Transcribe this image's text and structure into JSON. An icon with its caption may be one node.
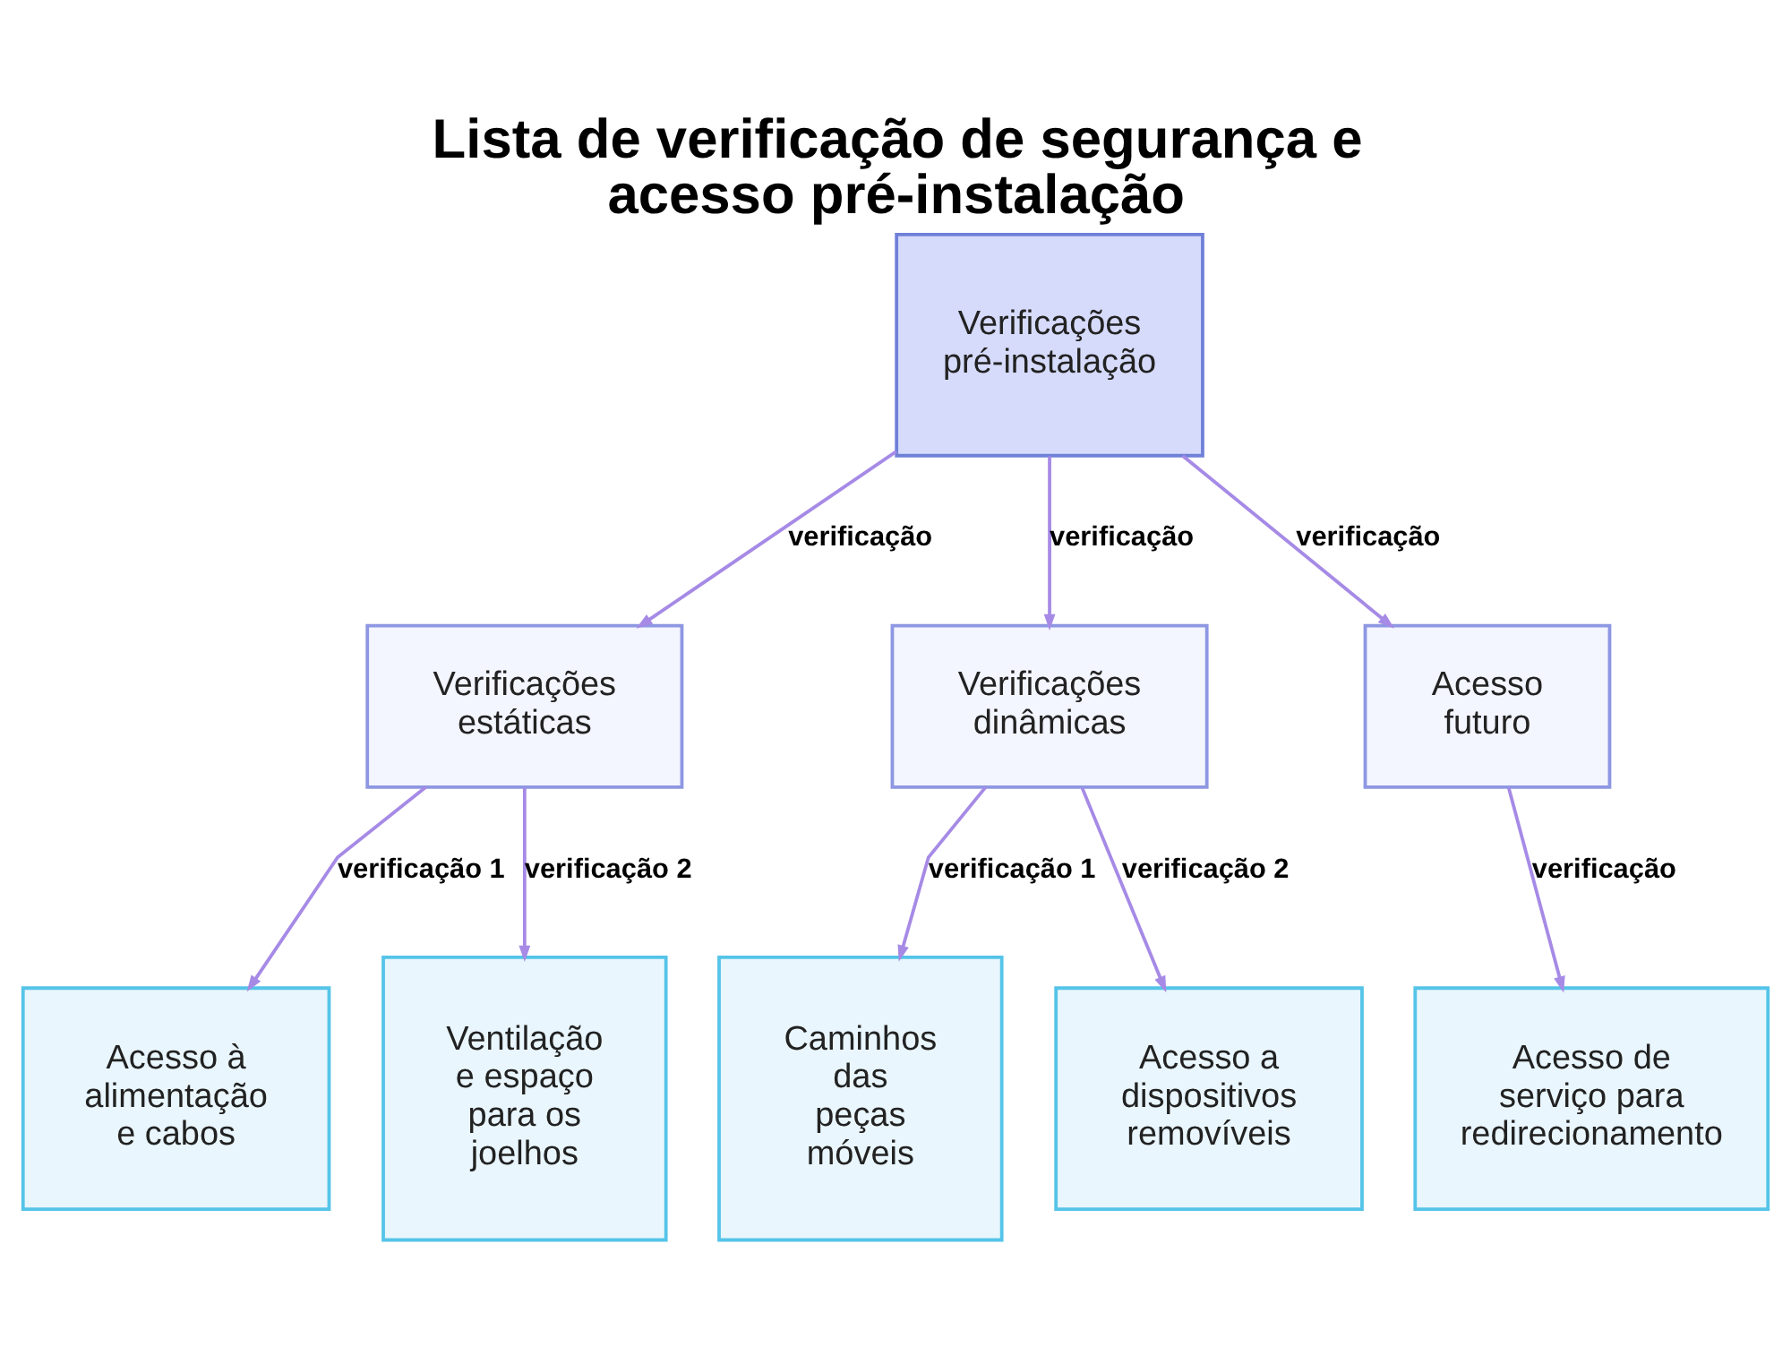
{
  "diagram": {
    "title": "Lista de verificação de segurança e acesso pré-instalação",
    "nodes": [
      {
        "text": [
          "Verificações pré-instalação"
        ]
      },
      {
        "text": [
          "Verificações estáticas"
        ]
      },
      {
        "text": [
          "Verificações dinâmicas"
        ]
      },
      {
        "text": [
          "Acesso futuro"
        ]
      },
      {
        "text": [
          "Acesso à alimentação e cabos"
        ]
      },
      {
        "text": [
          "Ventilação e espaço para os joelhos"
        ]
      },
      {
        "text": [
          "Caminhos das peças móveis"
        ]
      },
      {
        "text": [
          "Acesso a dispositivos removíveis"
        ]
      },
      {
        "text": [
          "Acesso de serviço para redirecionamento"
        ]
      }
    ],
    "edges": [
      {
        "from": 0,
        "to": 1,
        "arrow": "to",
        "label": "verificação"
      },
      {
        "from": 0,
        "to": 2,
        "arrow": "to",
        "label": "verificação"
      },
      {
        "from": 0,
        "to": 3,
        "arrow": "to",
        "label": "verificação"
      },
      {
        "from": 1,
        "to": 4,
        "arrow": "to",
        "label": "verificação 1"
      },
      {
        "from": 1,
        "to": 5,
        "arrow": "to",
        "label": "verificação 2"
      },
      {
        "from": 2,
        "to": 6,
        "arrow": "to",
        "label": "verificação 1"
      },
      {
        "from": 2,
        "to": 7,
        "arrow": "to",
        "label": "verificação 2"
      },
      {
        "from": 3,
        "to": 8,
        "arrow": "to",
        "label": "verificação"
      }
    ]
  }
}
